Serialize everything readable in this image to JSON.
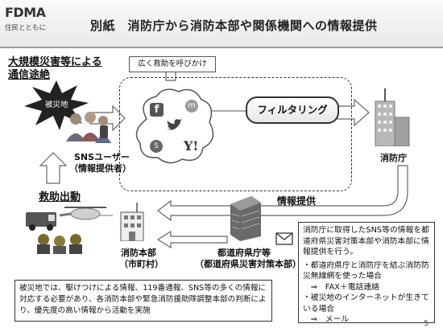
{
  "header": {
    "logo": "FDMA",
    "logo_sub": "住民とともに",
    "title": "別紙　消防庁から消防本部や関係機関への情報提供"
  },
  "left": {
    "disaster_heading_1": "大規模災害等による",
    "disaster_heading_2": "通信途絶",
    "disaster_area": "被災地",
    "sns_users_1": "SNSユーザー",
    "sns_users_2": "（情報提供者）",
    "rescue": "救助出動"
  },
  "cloud": {
    "callout": "広く救助を呼びかけ",
    "filter": "フィルタリング",
    "yahoo": "Y!"
  },
  "right": {
    "fdma": "消防庁",
    "info_provision": "情報提供"
  },
  "bottom": {
    "fire_hq_1": "消防本部",
    "fire_hq_2": "（市町村）",
    "pref_1": "都道府県庁等",
    "pref_2": "（都道府県災害対策本部）"
  },
  "info_box": {
    "p1": "消防庁に取得したSNS等の情報を都道府県災害対策本部や消防本部に情報提供を行う。",
    "p2": "・都道府県庁と消防庁を結ぶ消防防災無線網を使った場合",
    "p3": "　⇒　FAX＋電話連絡",
    "p4": "・被災地のインターネットが生きている場合",
    "p5": "　⇒　メール"
  },
  "note_box": {
    "text": "被災地では、駆けつけによる情報、119番通報、SNS等の多くの情報に対応する必要があり、各消防本部や緊急消防援助隊調整本部の判断により、優先度の高い情報から活動を実施"
  },
  "page_number": "5"
}
